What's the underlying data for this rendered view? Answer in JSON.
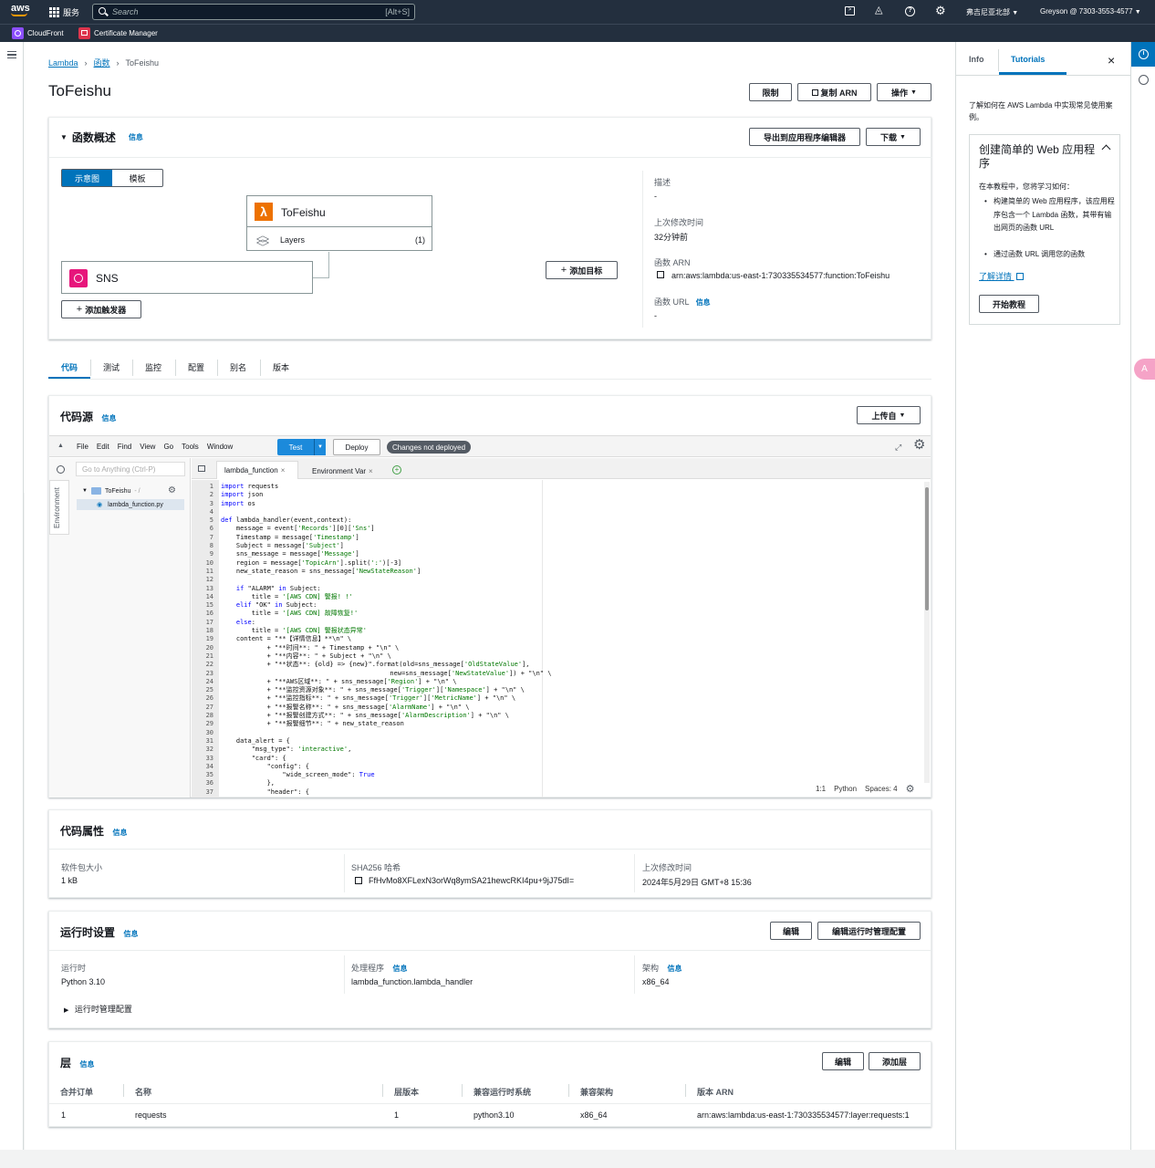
{
  "topbar": {
    "services": "服务",
    "search_placeholder": "Search",
    "search_shortcut": "[Alt+S]",
    "region": "弗吉尼亚北部",
    "account": "Greyson @ 7303-3553-4577"
  },
  "favorites": [
    {
      "label": "CloudFront",
      "color": "#8c4fff"
    },
    {
      "label": "Certificate Manager",
      "color": "#dd344c"
    }
  ],
  "breadcrumb": [
    "Lambda",
    "函数",
    "ToFeishu"
  ],
  "page": {
    "title": "ToFeishu",
    "btn_throttle": "限制",
    "btn_copy_arn": "复制 ARN",
    "btn_actions": "操作"
  },
  "overview": {
    "title": "函数概述",
    "info": "信息",
    "btn_export": "导出到应用程序编辑器",
    "btn_download": "下载",
    "toggle_diagram": "示意图",
    "toggle_template": "模板",
    "func_name": "ToFeishu",
    "layers_label": "Layers",
    "layers_count": "(1)",
    "trigger_name": "SNS",
    "btn_add_trigger": "添加触发器",
    "btn_add_dest": "添加目标",
    "desc_label": "描述",
    "desc_value": "-",
    "modified_label": "上次修改时间",
    "modified_value": "32分钟前",
    "arn_label": "函数 ARN",
    "arn_value": "arn:aws:lambda:us-east-1:730335534577:function:ToFeishu",
    "url_label": "函数 URL",
    "url_info": "信息",
    "url_value": "-"
  },
  "tabs": [
    "代码",
    "测试",
    "监控",
    "配置",
    "别名",
    "版本"
  ],
  "source": {
    "title": "代码源",
    "info": "信息",
    "btn_upload": "上传自",
    "menu": [
      "File",
      "Edit",
      "Find",
      "View",
      "Go",
      "Tools",
      "Window"
    ],
    "btn_test": "Test",
    "btn_deploy": "Deploy",
    "badge": "Changes not deployed",
    "goto_placeholder": "Go to Anything (Ctrl-P)",
    "env_label": "Environment",
    "folder": "ToFeishu",
    "folder_suffix": "- /",
    "file": "lambda_function.py",
    "tab_file": "lambda_function",
    "tab_env": "Environment Var",
    "status_pos": "1:1",
    "status_lang": "Python",
    "status_spaces": "Spaces: 4"
  },
  "code_lines": [
    "import requests",
    "import json",
    "import os",
    "",
    "def lambda_handler(event,context):",
    "    message = event['Records'][0]['Sns']",
    "    Timestamp = message['Timestamp']",
    "    Subject = message['Subject']",
    "    sns_message = message['Message']",
    "    region = message['TopicArn'].split(':')[-3]",
    "    new_state_reason = sns_message['NewStateReason']",
    "",
    "    if \"ALARM\" in Subject:",
    "        title = '[AWS CDN] 警报! !'",
    "    elif \"OK\" in Subject:",
    "        title = '[AWS CDN] 故障恢复!'",
    "    else:",
    "        title = '[AWS CDN] 警报状态异常'",
    "    content = \"**【详情信息】**\\n\" \\",
    "            + \"**时间**: \" + Timestamp + \"\\n\" \\",
    "            + \"**内容**: \" + Subject + \"\\n\" \\",
    "            + \"**状态**: {old} => {new}\".format(old=sns_message['OldStateValue'],",
    "                                            new=sns_message['NewStateValue']) + \"\\n\" \\",
    "            + \"**AWS区域**: \" + sns_message['Region'] + \"\\n\" \\",
    "            + \"**监控资源对象**: \" + sns_message['Trigger']['Namespace'] + \"\\n\" \\",
    "            + \"**监控指标**: \" + sns_message['Trigger']['MetricName'] + \"\\n\" \\",
    "            + \"**报警名称**: \" + sns_message['AlarmName'] + \"\\n\" \\",
    "            + \"**报警创建方式**: \" + sns_message['AlarmDescription'] + \"\\n\" \\",
    "            + \"**报警细节**: \" + new_state_reason",
    "",
    "    data_alert = {",
    "        \"msg_type\": 'interactive',",
    "        \"card\": {",
    "            \"config\": {",
    "                \"wide_screen_mode\": True",
    "            },",
    "            \"header\": {"
  ],
  "code_props": {
    "title": "代码属性",
    "info": "信息",
    "size_label": "软件包大小",
    "size_value": "1 kB",
    "sha_label": "SHA256 哈希",
    "sha_value": "FfHvMo8XFLexN3orWq8ymSA21hewcRKI4pu+9jJ75dI=",
    "mod_label": "上次修改时间",
    "mod_value": "2024年5月29日 GMT+8 15:36"
  },
  "runtime": {
    "title": "运行时设置",
    "info": "信息",
    "btn_edit": "编辑",
    "btn_edit_mgmt": "编辑运行时管理配置",
    "runtime_label": "运行时",
    "runtime_value": "Python 3.10",
    "handler_label": "处理程序",
    "handler_info": "信息",
    "handler_value": "lambda_function.lambda_handler",
    "arch_label": "架构",
    "arch_info": "信息",
    "arch_value": "x86_64",
    "mgmt_expand": "运行时管理配置"
  },
  "layers": {
    "title": "层",
    "info": "信息",
    "btn_edit": "编辑",
    "btn_add": "添加层",
    "headers": [
      "合并订单",
      "名称",
      "层版本",
      "兼容运行时系统",
      "兼容架构",
      "版本 ARN"
    ],
    "row": [
      "1",
      "requests",
      "1",
      "python3.10",
      "x86_64",
      "arn:aws:lambda:us-east-1:730335534577:layer:requests:1"
    ]
  },
  "help": {
    "tab_info": "Info",
    "tab_tutorials": "Tutorials",
    "intro": "了解如何在 AWS Lambda 中实现常见使用案例。",
    "card_title": "创建简单的 Web 应用程序",
    "card_desc": "在本教程中，您将学习如何：",
    "bullets": [
      "构建简单的 Web 应用程序，该应用程序包含一个 Lambda 函数，其带有输出网页的函数 URL",
      "通过函数 URL 调用您的函数"
    ],
    "learn_more": "了解详情",
    "btn_start": "开始教程"
  },
  "colors": {
    "topbar": "#232f3e",
    "accent": "#0073bb",
    "lambda_orange": "#ed7100",
    "sns_pink": "#e7157b"
  }
}
